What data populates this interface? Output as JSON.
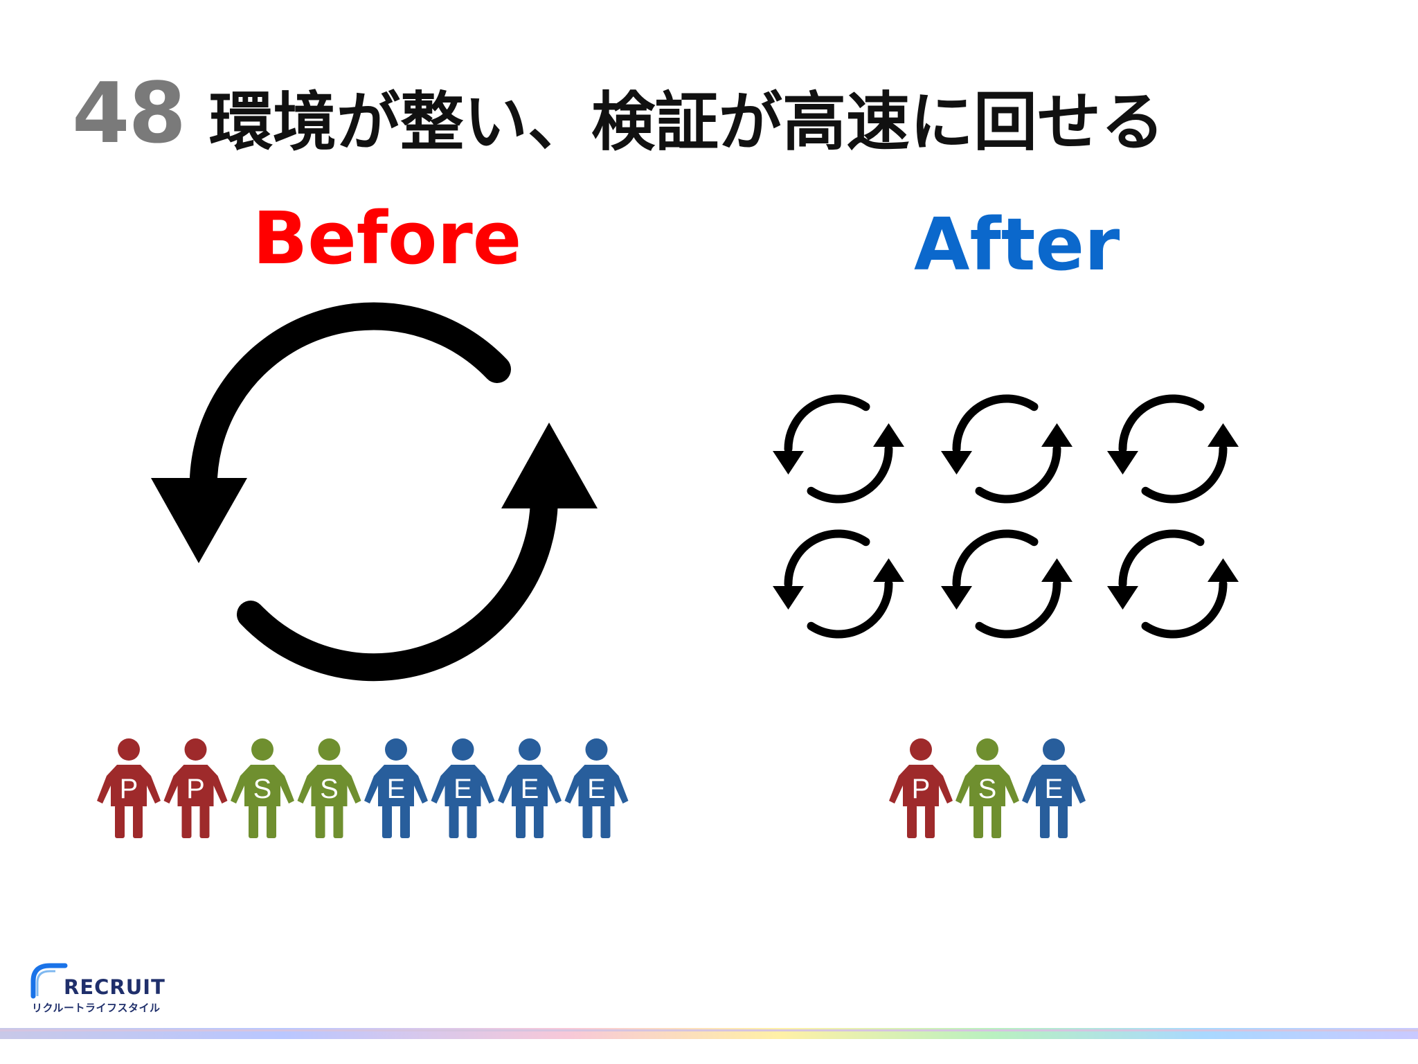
{
  "slide": {
    "number": "48",
    "title": "環境が整い、検証が高速に回せる"
  },
  "before": {
    "label": "Before",
    "label_color": "#ff0000",
    "team": [
      {
        "letter": "P",
        "role_color": "#9e2a2b"
      },
      {
        "letter": "P",
        "role_color": "#9e2a2b"
      },
      {
        "letter": "S",
        "role_color": "#6f8f2f"
      },
      {
        "letter": "S",
        "role_color": "#6f8f2f"
      },
      {
        "letter": "E",
        "role_color": "#285e9c"
      },
      {
        "letter": "E",
        "role_color": "#285e9c"
      },
      {
        "letter": "E",
        "role_color": "#285e9c"
      },
      {
        "letter": "E",
        "role_color": "#285e9c"
      }
    ]
  },
  "after": {
    "label": "After",
    "label_color": "#0b68cc",
    "cycle_count": 6,
    "team": [
      {
        "letter": "P",
        "role_color": "#9e2a2b"
      },
      {
        "letter": "S",
        "role_color": "#6f8f2f"
      },
      {
        "letter": "E",
        "role_color": "#285e9c"
      }
    ]
  },
  "footer": {
    "logo_text": "RECRUIT",
    "logo_subtext": "リクルートライフスタイル"
  }
}
